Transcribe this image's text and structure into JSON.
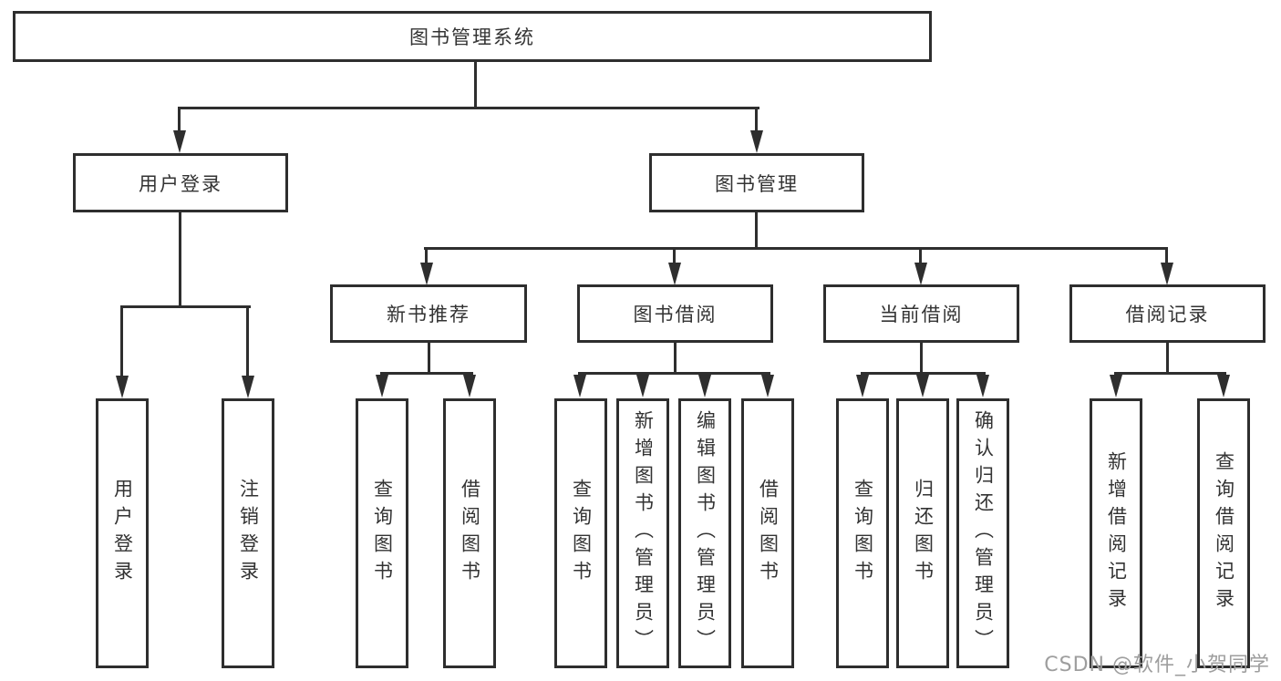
{
  "diagram": {
    "title": "图书管理系统",
    "level2": {
      "user": "用户登录",
      "book": "图书管理"
    },
    "level3": {
      "recommend": "新书推荐",
      "borrow": "图书借阅",
      "current": "当前借阅",
      "records": "借阅记录"
    },
    "leaves": {
      "user_login": "用户登录",
      "logout": "注销登录",
      "rec_query": "查询图书",
      "rec_borrow": "借阅图书",
      "bor_query": "查询图书",
      "bor_add": "新增图书（管理员）",
      "bor_edit": "编辑图书（管理员）",
      "bor_borrow": "借阅图书",
      "cur_query": "查询图书",
      "cur_return": "归还图书",
      "cur_confirm": "确认归还（管理员）",
      "recd_add": "新增借阅记录",
      "recd_query": "查询借阅记录"
    }
  },
  "watermark": "CSDN @软件_小贺同学",
  "colors": {
    "line": "#2e2e2e",
    "text": "#333333",
    "background": "#ffffff",
    "watermark": "#9e9e9e"
  }
}
